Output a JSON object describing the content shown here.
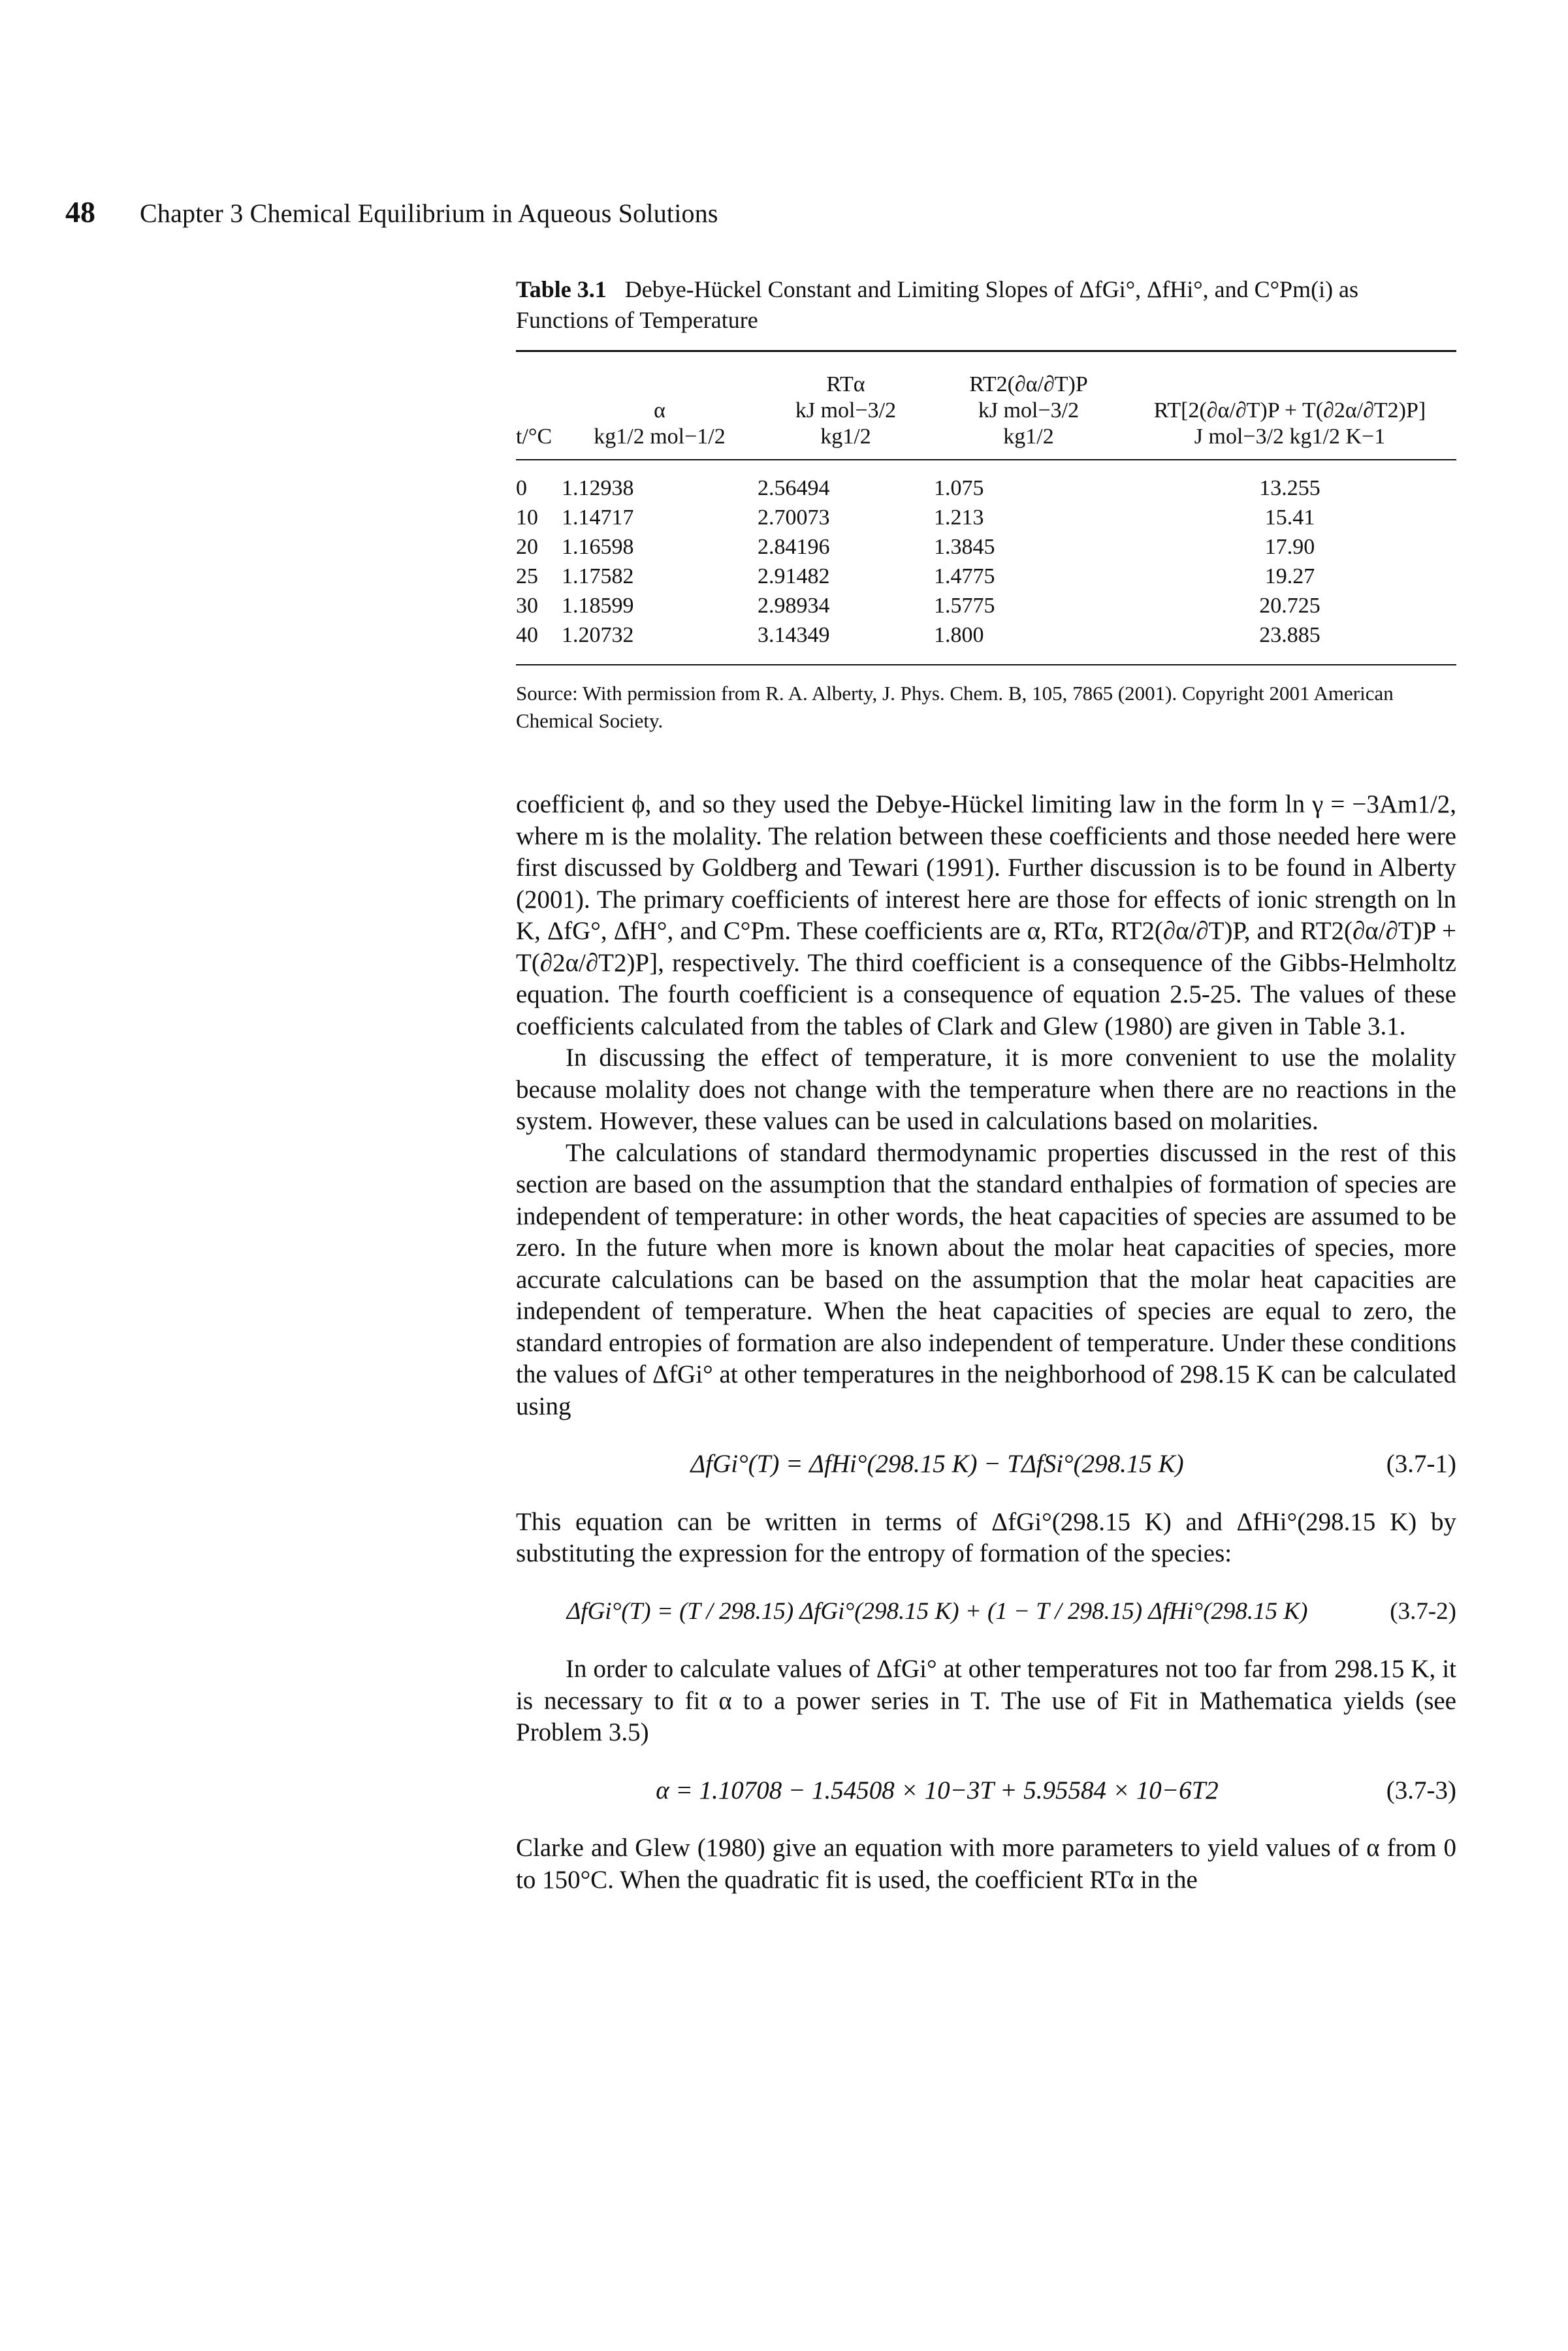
{
  "header": {
    "page_number": "48",
    "title": "Chapter 3  Chemical Equilibrium in Aqueous Solutions"
  },
  "table": {
    "label": "Table 3.1",
    "caption": "Debye-Hückel Constant and Limiting Slopes of ΔfGi°, ΔfHi°, and C°Pm(i) as Functions of Temperature",
    "headers": [
      [
        "t/°C"
      ],
      [
        "α",
        "kg1/2 mol−1/2"
      ],
      [
        "RTα",
        "kJ mol−3/2",
        "kg1/2"
      ],
      [
        "RT2(∂α/∂T)P",
        "kJ mol−3/2",
        "kg1/2"
      ],
      [
        "RT[2(∂α/∂T)P + T(∂2α/∂T2)P]",
        "J mol−3/2 kg1/2 K−1"
      ]
    ],
    "rows": [
      [
        "0",
        "1.12938",
        "2.56494",
        "1.075",
        "13.255"
      ],
      [
        "10",
        "1.14717",
        "2.70073",
        "1.213",
        "15.41"
      ],
      [
        "20",
        "1.16598",
        "2.84196",
        "1.3845",
        "17.90"
      ],
      [
        "25",
        "1.17582",
        "2.91482",
        "1.4775",
        "19.27"
      ],
      [
        "30",
        "1.18599",
        "2.98934",
        "1.5775",
        "20.725"
      ],
      [
        "40",
        "1.20732",
        "3.14349",
        "1.800",
        "23.885"
      ]
    ],
    "source": "Source: With permission from R. A. Alberty, J. Phys. Chem. B, 105, 7865 (2001). Copyright 2001 American Chemical Society."
  },
  "paragraphs": [
    "coefficient ϕ, and so they used the Debye-Hückel limiting law in the form ln γ = −3Am1/2, where m is the molality. The relation between these coefficients and those needed here were first discussed by Goldberg and Tewari (1991). Further discussion is to be found in Alberty (2001). The primary coefficients of interest here are those for effects of ionic strength on ln K, ΔfG°, ΔfH°, and C°Pm. These coefficients are α, RTα, RT2(∂α/∂T)P, and RT2(∂α/∂T)P + T(∂2α/∂T2)P], respectively. The third coefficient is a consequence of the Gibbs-Helmholtz equation. The fourth coefficient is a consequence of equation 2.5-25. The values of these coefficients calculated from the tables of Clark and Glew (1980) are given in Table 3.1.",
    "In discussing the effect of temperature, it is more convenient to use the molality because molality does not change with the temperature when there are no reactions in the system. However, these values can be used in calculations based on molarities.",
    "The calculations of standard thermodynamic properties discussed in the rest of this section are based on the assumption that the standard enthalpies of formation of species are independent of temperature: in other words, the heat capacities of species are assumed to be zero. In the future when more is known about the molar heat capacities of species, more accurate calculations can be based on the assumption that the molar heat capacities are independent of temperature. When the heat capacities of species are equal to zero, the standard entropies of formation are also independent of temperature. Under these conditions the values of ΔfGi° at other temperatures in the neighborhood of 298.15 K can be calculated using",
    "This equation can be written in terms of ΔfGi°(298.15 K) and ΔfHi°(298.15 K) by substituting the expression for the entropy of formation of the species:",
    "In order to calculate values of ΔfGi° at other temperatures not too far from 298.15 K, it is necessary to fit α to a power series in T. The use of Fit in Mathematica yields (see Problem 3.5)",
    "Clarke and Glew (1980) give an equation with more parameters to yield values of α from 0 to 150°C. When the quadratic fit is used, the coefficient RTα in the"
  ],
  "equations": [
    {
      "expr": "ΔfGi°(T) = ΔfHi°(298.15 K) − TΔfSi°(298.15 K)",
      "number": "(3.7-1)"
    },
    {
      "expr": "ΔfGi°(T) = (T / 298.15) ΔfGi°(298.15 K) + (1 − T / 298.15) ΔfHi°(298.15 K)",
      "number": "(3.7-2)"
    },
    {
      "expr": "α = 1.10708 − 1.54508 × 10−3T + 5.95584 × 10−6T2",
      "number": "(3.7-3)"
    }
  ]
}
